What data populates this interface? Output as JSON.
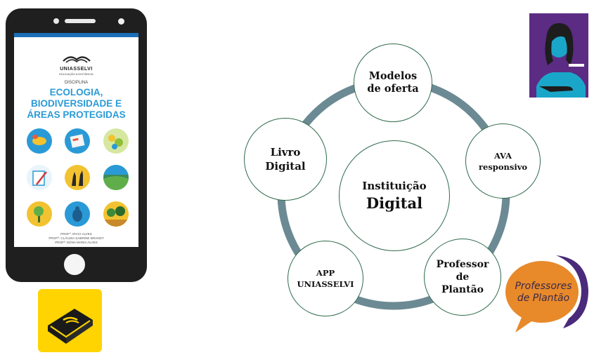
{
  "phone": {
    "book": {
      "brand": "UNIASSELVI",
      "brand_sub": "EDUCAÇÃO A DISTÂNCIA",
      "discipline_label": "DISCIPLINA",
      "title_lines": [
        "ECOLOGIA,",
        "BIODIVERSIDADE E",
        "ÁREAS PROTEGIDAS"
      ],
      "credits": [
        "PROFº. IRACI ALVES",
        "PROFª. CLÁUDIA SABRINE BRANDT",
        "PROFª. EDNA MARIA ALVES"
      ]
    },
    "accent_color": "#2a9ad6"
  },
  "app_icon": {
    "icon": "book-icon",
    "background": "#ffd400"
  },
  "diagram": {
    "center": {
      "line1": "Instituição",
      "line2": "Digital"
    },
    "nodes": {
      "modelos": "Modelos\nde oferta",
      "ava": "AVA\nresponsivo",
      "professor": "Professor\nde\nPlantão",
      "app": "APP\nUNIASSELVI",
      "livro": "Livro\nDigital"
    },
    "ring_color": "#6c8a93",
    "node_border_color": "#2f6b4b"
  },
  "teacher_icon": {
    "icon": "teacher-icon",
    "color": "#5c2b83"
  },
  "bubble": {
    "line1": "Professores",
    "line2": "de Plantão",
    "color": "#e8892a",
    "accent": "#4a2a7a"
  }
}
